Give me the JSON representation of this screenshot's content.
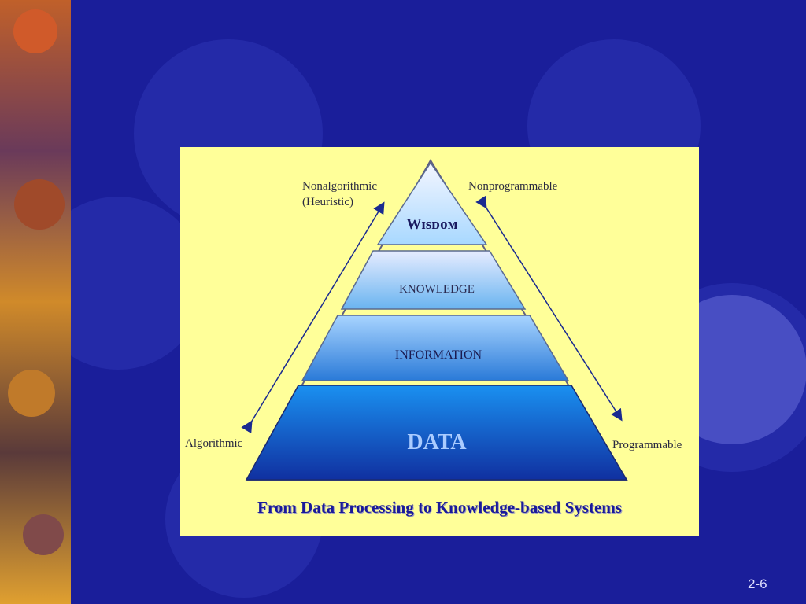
{
  "slide": {
    "page_number": "2-6",
    "colors": {
      "background": "#1a1e9a",
      "gear": "#2a2fb0",
      "panel": "#ffff99",
      "caption": "#1a1a99"
    }
  },
  "diagram": {
    "caption": "From Data Processing to Knowledge-based Systems",
    "layers": {
      "wisdom": "Wɪsᴅᴏᴍ",
      "knowledge": "KNOWLEDGE",
      "information": "INFORMATION",
      "data": "DATA"
    },
    "labels": {
      "top_left": "Nonalgorithmic\n(Heuristic)",
      "top_right": "Nonprogrammable",
      "bottom_left": "Algorithmic",
      "bottom_right": "Programmable"
    }
  }
}
